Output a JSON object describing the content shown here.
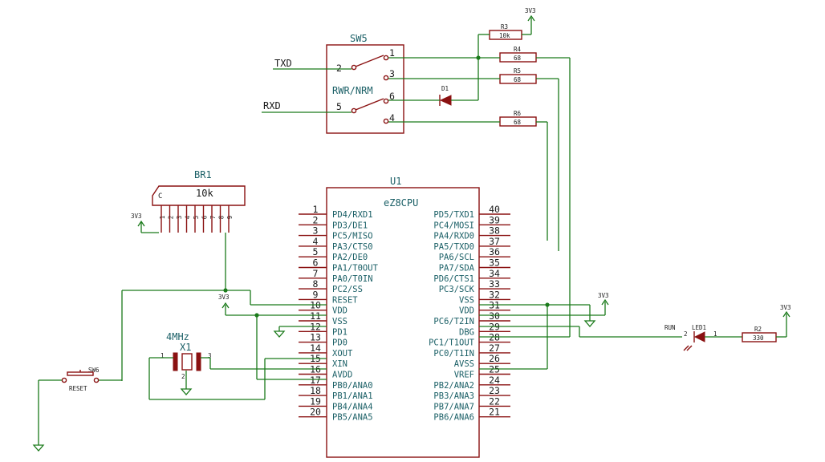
{
  "u1": {
    "ref": "U1",
    "value": "eZ8CPU",
    "left_pins": [
      {
        "num": "1",
        "name": "PD4/RXD1"
      },
      {
        "num": "2",
        "name": "PD3/DE1"
      },
      {
        "num": "3",
        "name": "PC5/MISO"
      },
      {
        "num": "4",
        "name": "PA3/CTS0"
      },
      {
        "num": "5",
        "name": "PA2/DE0"
      },
      {
        "num": "6",
        "name": "PA1/T0OUT"
      },
      {
        "num": "7",
        "name": "PA0/T0IN"
      },
      {
        "num": "8",
        "name": "PC2/SS"
      },
      {
        "num": "9",
        "name": "RESET"
      },
      {
        "num": "10",
        "name": "VDD"
      },
      {
        "num": "11",
        "name": "VSS"
      },
      {
        "num": "12",
        "name": "PD1"
      },
      {
        "num": "13",
        "name": "PD0"
      },
      {
        "num": "14",
        "name": "XOUT"
      },
      {
        "num": "15",
        "name": "XIN"
      },
      {
        "num": "16",
        "name": "AVDD"
      },
      {
        "num": "17",
        "name": "PB0/ANA0"
      },
      {
        "num": "18",
        "name": "PB1/ANA1"
      },
      {
        "num": "19",
        "name": "PB4/ANA4"
      },
      {
        "num": "20",
        "name": "PB5/ANA5"
      }
    ],
    "right_pins": [
      {
        "num": "40",
        "name": "PD5/TXD1"
      },
      {
        "num": "39",
        "name": "PC4/MOSI"
      },
      {
        "num": "38",
        "name": "PA4/RXD0"
      },
      {
        "num": "37",
        "name": "PA5/TXD0"
      },
      {
        "num": "36",
        "name": "PA6/SCL"
      },
      {
        "num": "35",
        "name": "PA7/SDA"
      },
      {
        "num": "34",
        "name": "PD6/CTS1"
      },
      {
        "num": "33",
        "name": "PC3/SCK"
      },
      {
        "num": "32",
        "name": "VSS"
      },
      {
        "num": "31",
        "name": "VDD"
      },
      {
        "num": "30",
        "name": "PC6/T2IN"
      },
      {
        "num": "29",
        "name": "DBG"
      },
      {
        "num": "28",
        "name": "PC1/T1OUT"
      },
      {
        "num": "27",
        "name": "PC0/T1IN"
      },
      {
        "num": "26",
        "name": "AVSS"
      },
      {
        "num": "25",
        "name": "VREF"
      },
      {
        "num": "24",
        "name": "PB2/ANA2"
      },
      {
        "num": "23",
        "name": "PB3/ANA3"
      },
      {
        "num": "22",
        "name": "PB7/ANA7"
      },
      {
        "num": "21",
        "name": "PB6/ANA6"
      }
    ]
  },
  "sw5": {
    "ref": "SW5",
    "label": "RWR/NRM",
    "pins": [
      "1",
      "2",
      "3",
      "4",
      "5",
      "6"
    ]
  },
  "nets": {
    "txd": "TXD",
    "rxd": "RXD"
  },
  "resistors": {
    "r3": {
      "ref": "R3",
      "value": "10k"
    },
    "r4": {
      "ref": "R4",
      "value": "68"
    },
    "r5": {
      "ref": "R5",
      "value": "68"
    },
    "r6": {
      "ref": "R6",
      "value": "68"
    },
    "r2": {
      "ref": "R2",
      "value": "330"
    }
  },
  "d1": {
    "ref": "D1"
  },
  "br1": {
    "ref": "BR1",
    "value": "10k",
    "common": "C",
    "pins": [
      "1",
      "2",
      "3",
      "4",
      "5",
      "6",
      "7",
      "8",
      "9"
    ]
  },
  "x1": {
    "ref": "X1",
    "value": "4MHz",
    "pin1": "1",
    "pin2": "2",
    "pin3": "3"
  },
  "sw6": {
    "ref": "SW6",
    "value": "RESET"
  },
  "led1": {
    "ref": "LED1",
    "value": "RUN",
    "pin1": "1",
    "pin2": "2"
  },
  "power": {
    "label": "3V3"
  }
}
